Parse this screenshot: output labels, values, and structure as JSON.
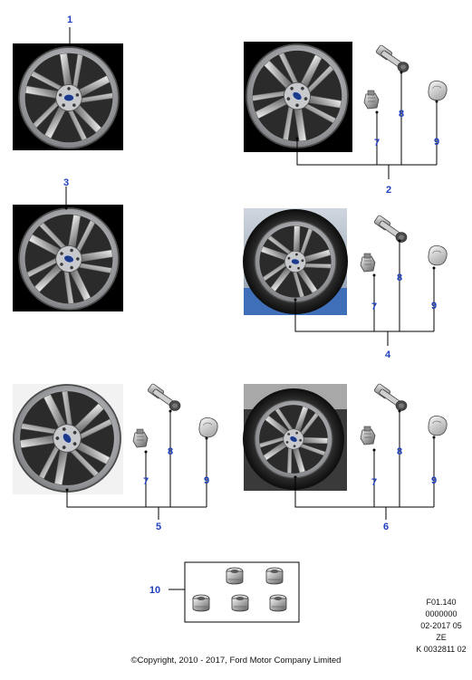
{
  "callouts": {
    "p1": "1",
    "p2": "2",
    "p3": "3",
    "p4": "4",
    "p5": "5",
    "p6": "6",
    "p7": "7",
    "p8": "8",
    "p9": "9",
    "p10": "10"
  },
  "meta": {
    "line1": "F01.140",
    "line2": "0000000",
    "line3": "02-2017 05",
    "line4": "ZE",
    "line5": "K 0032811 02"
  },
  "copyright": "©Copyright, 2010 - 2017, Ford Motor Company Limited",
  "colors": {
    "callout": "#1f3fbf",
    "photo_bg": "#000000"
  }
}
